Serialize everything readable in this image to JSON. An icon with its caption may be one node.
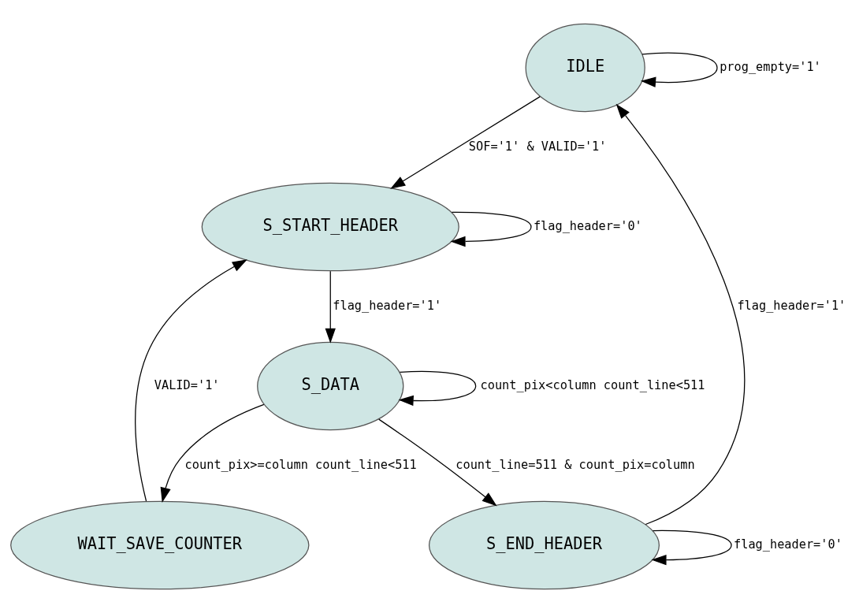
{
  "diagram": {
    "nodes": [
      {
        "text": [
          "IDLE"
        ]
      },
      {
        "text": [
          "S_START_HEADER"
        ]
      },
      {
        "text": [
          "S_DATA"
        ]
      },
      {
        "text": [
          "WAIT_SAVE_COUNTER"
        ]
      },
      {
        "text": [
          "S_END_HEADER"
        ]
      }
    ],
    "edges": [
      {
        "from": 0,
        "to": 1,
        "arrow": "to",
        "label": "SOF='1' & VALID='1'"
      },
      {
        "from": 0,
        "to": 0,
        "arrow": "to",
        "label": "prog_empty='1'"
      },
      {
        "from": 1,
        "to": 1,
        "arrow": "to",
        "label": "flag_header='0'"
      },
      {
        "from": 1,
        "to": 2,
        "arrow": "to",
        "label": "flag_header='1'"
      },
      {
        "from": 2,
        "to": 2,
        "arrow": "to",
        "label": "count_pix<column count_line<511"
      },
      {
        "from": 2,
        "to": 3,
        "arrow": "to",
        "label": "count_pix>=column count_line<511"
      },
      {
        "from": 3,
        "to": 1,
        "arrow": "to",
        "label": "VALID='1'"
      },
      {
        "from": 2,
        "to": 4,
        "arrow": "to",
        "label": "count_line=511 & count_pix=column"
      },
      {
        "from": 4,
        "to": 0,
        "arrow": "to",
        "label": "flag_header='1'"
      },
      {
        "from": 4,
        "to": 4,
        "arrow": "to",
        "label": "flag_header='0'"
      }
    ]
  }
}
